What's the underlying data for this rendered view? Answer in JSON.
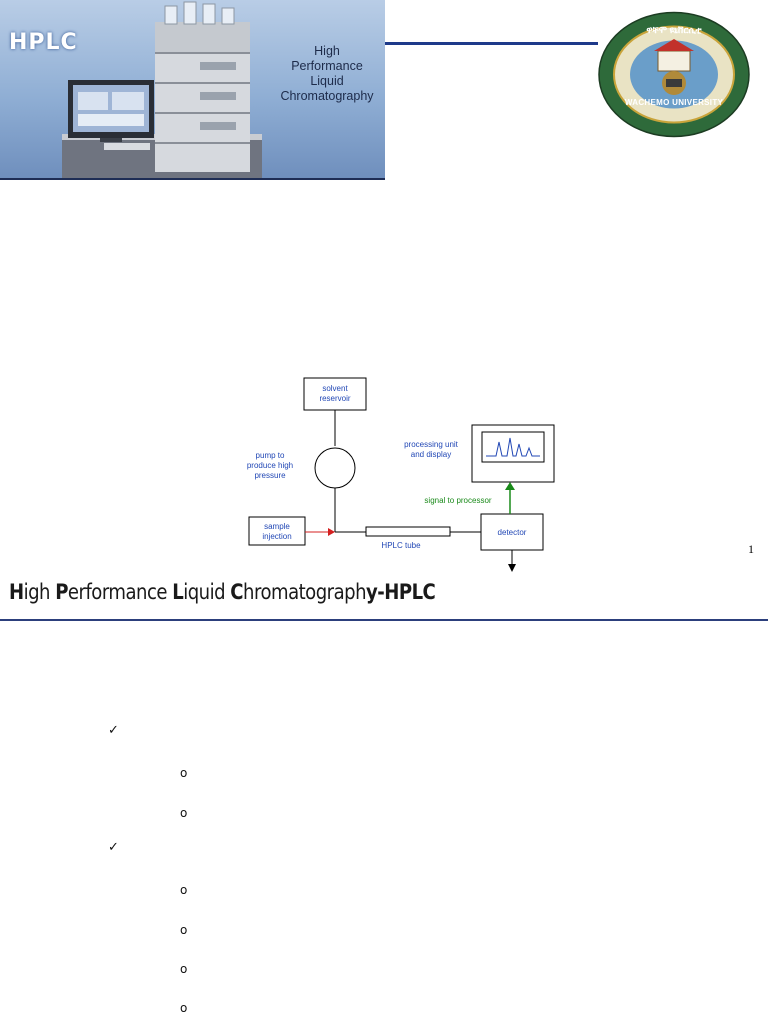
{
  "slide1": {
    "banner": {
      "label": "HPLC",
      "subtitle_lines": [
        "High",
        "Performance",
        "Liquid",
        "Chromatography"
      ]
    },
    "logo": {
      "lettering": "WACHEMO UNIVERSITY"
    },
    "diagram": {
      "solvent_reservoir": [
        "solvent",
        "reservoir"
      ],
      "pump": [
        "pump to",
        "produce high",
        "pressure"
      ],
      "sample_injection": [
        "sample",
        "injection"
      ],
      "hplc_tube": "HPLC tube",
      "detector": "detector",
      "processing_unit": [
        "processing unit",
        "and display"
      ],
      "signal": "signal to processor"
    },
    "page_number": "1"
  },
  "slide2": {
    "title": {
      "seg1_bold": "H",
      "seg1_rest": "igh ",
      "seg2_bold": "P",
      "seg2_rest": "erformance ",
      "seg3_bold": "L",
      "seg3_rest": "iquid ",
      "seg4_bold": "C",
      "seg4_rest": "hromatograph",
      "seg5_bold": "y-HPLC"
    },
    "bullets": [
      {
        "marker": "✓",
        "level": 1
      },
      {
        "marker": "o",
        "level": 2
      },
      {
        "marker": "o",
        "level": 2
      },
      {
        "marker": "✓",
        "level": 1
      },
      {
        "marker": "o",
        "level": 2
      },
      {
        "marker": "o",
        "level": 2
      },
      {
        "marker": "o",
        "level": 2
      },
      {
        "marker": "o",
        "level": 2
      }
    ]
  },
  "colors": {
    "rule": "#1e3a8a",
    "diagram_text": "#2147b5",
    "signal_green": "#1a8a1a",
    "injection_red": "#d42020"
  }
}
